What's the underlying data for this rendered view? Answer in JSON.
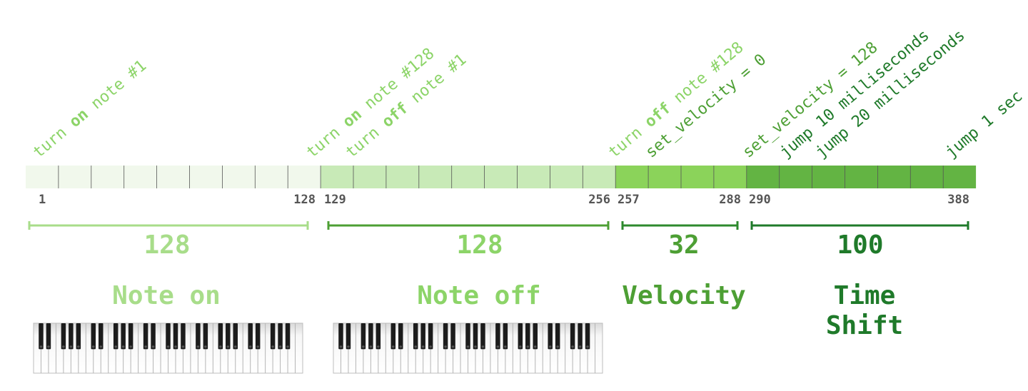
{
  "colors": {
    "note_on": "#f1f8ec",
    "note_off": "#c8eab7",
    "velocity": "#8bd35a",
    "time_shift": "#63b443",
    "label_light": "#8cd468",
    "label_mid": "#4d9f34",
    "label_dark": "#1f7a2a",
    "index_text": "#555555"
  },
  "annotations": [
    {
      "pre": "turn ",
      "bold": "on",
      "post": " note #1"
    },
    {
      "pre": "turn ",
      "bold": "on",
      "post": " note #128"
    },
    {
      "pre": "turn ",
      "bold": "off",
      "post": " note #1"
    },
    {
      "pre": "turn ",
      "bold": "off",
      "post": " note #128"
    },
    {
      "pre": "set_velocity = 0",
      "bold": "",
      "post": ""
    },
    {
      "pre": "set_velocity = 128",
      "bold": "",
      "post": ""
    },
    {
      "pre": "jump 10 milliseconds",
      "bold": "",
      "post": ""
    },
    {
      "pre": "jump 20 milliseconds",
      "bold": "",
      "post": ""
    },
    {
      "pre": "jump 1 sec",
      "bold": "",
      "post": ""
    }
  ],
  "indices": [
    "1",
    "128",
    "129",
    "256",
    "257",
    "288",
    "290",
    "388"
  ],
  "groups": [
    {
      "count": "128",
      "name": "Note on",
      "name_line2": "",
      "keyboard_icon": "piano-keyboard-icon"
    },
    {
      "count": "128",
      "name": "Note off",
      "name_line2": "",
      "keyboard_icon": "piano-keyboard-icon"
    },
    {
      "count": "32",
      "name": "Velocity",
      "name_line2": ""
    },
    {
      "count": "100",
      "name": "Time",
      "name_line2": "Shift"
    }
  ]
}
